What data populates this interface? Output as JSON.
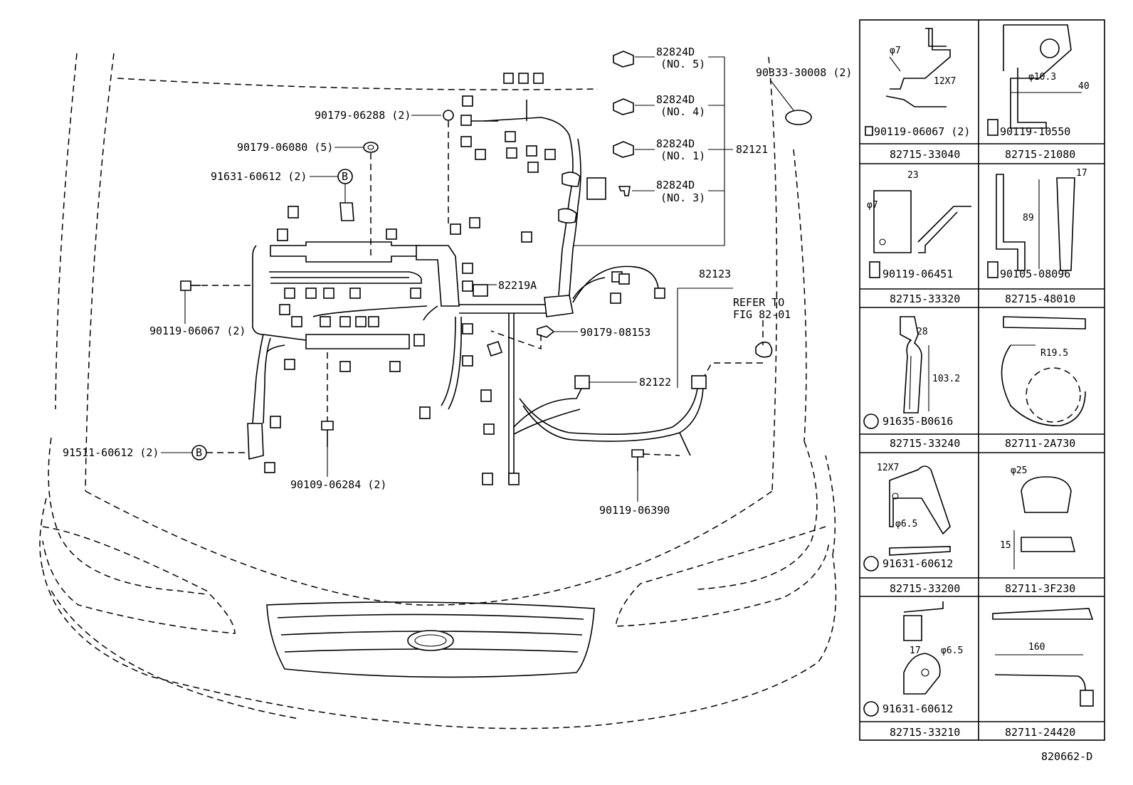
{
  "labels": {
    "cap_no5_part": "82824D",
    "cap_no5_no": "(NO. 5)",
    "cap_no4_part": "82824D",
    "cap_no4_no": "(NO. 4)",
    "cap_no1_part": "82824D",
    "cap_no1_no": "(NO. 1)",
    "cap_no3_part": "82824D",
    "cap_no3_no": "(NO. 3)",
    "harness_main": "82121",
    "grommet": "90333-30008 (2)",
    "clip_06288": "90179-06288 (2)",
    "nut_06080": "90179-06080 (5)",
    "bolt_91631": "91631-60612 (2)",
    "bolt_90119_06067": "90119-06067 (2)",
    "relay_block": "82219A",
    "harness_82123": "82123",
    "refer_line1": "REFER TO",
    "refer_line2": "FIG 82-01",
    "nut_08153": "90179-08153",
    "harness_82122": "82122",
    "bolt_91511": "91511-60612 (2)",
    "bolt_90109": "90109-06284 (2)",
    "bolt_90119_06390": "90119-06390",
    "b_marker": "B"
  },
  "panels": [
    {
      "caption": "82715-33040",
      "part": "90119-06067 (2)",
      "dims": [
        "φ7",
        "12X7"
      ]
    },
    {
      "caption": "82715-21080",
      "part": "90119-10550",
      "dims": [
        "φ10.3",
        "40"
      ]
    },
    {
      "caption": "82715-33320",
      "part": "90119-06451",
      "dims": [
        "23",
        "φ7"
      ]
    },
    {
      "caption": "82715-48010",
      "part": "90105-08096",
      "dims": [
        "17",
        "89"
      ]
    },
    {
      "caption": "82715-33240",
      "part": "91635-B0616",
      "dims": [
        "28",
        "103.2"
      ]
    },
    {
      "caption": "82711-2A730",
      "part": "",
      "dims": [
        "R19.5"
      ]
    },
    {
      "caption": "82715-33200",
      "part": "91631-60612",
      "dims": [
        "12X7",
        "φ6.5"
      ]
    },
    {
      "caption": "82711-3F230",
      "part": "",
      "dims": [
        "φ25",
        "15"
      ]
    },
    {
      "caption": "82715-33210",
      "part": "91631-60612",
      "dims": [
        "17",
        "φ6.5"
      ]
    },
    {
      "caption": "82711-24420",
      "part": "",
      "dims": [
        "160"
      ]
    }
  ],
  "figure_code": "820662-D"
}
